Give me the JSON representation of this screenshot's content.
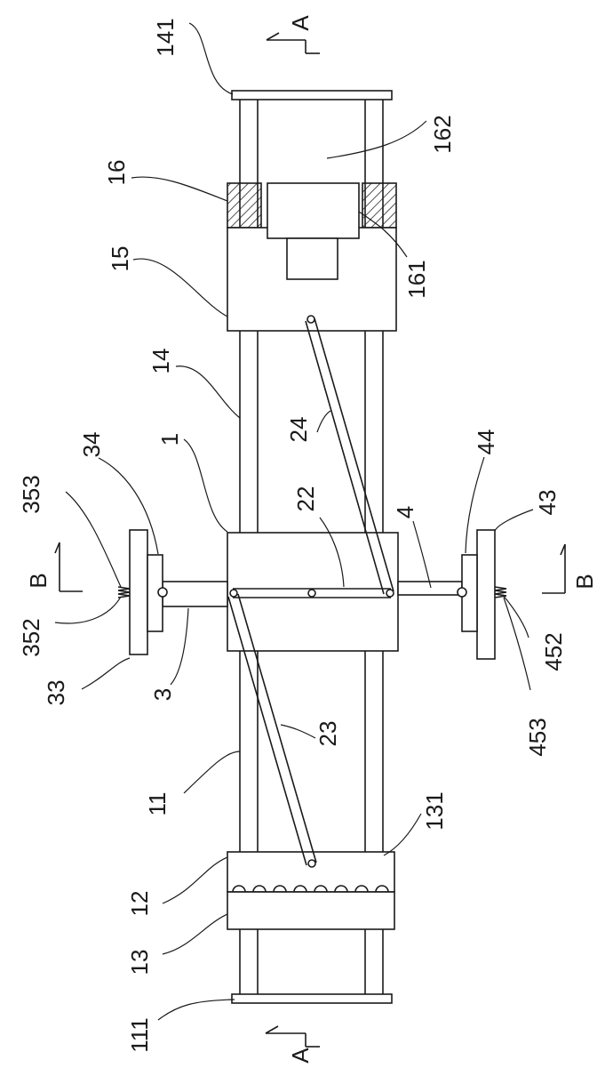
{
  "labels": {
    "l141": "141",
    "l162": "162",
    "l16": "16",
    "l161": "161",
    "l15": "15",
    "l14": "14",
    "l24": "24",
    "l1": "1",
    "l34": "34",
    "l353": "353",
    "l22": "22",
    "l4": "4",
    "l44": "44",
    "l43": "43",
    "l352": "352",
    "l33": "33",
    "l3": "3",
    "l452": "452",
    "l453": "453",
    "l23": "23",
    "l11": "11",
    "l131": "131",
    "l12": "12",
    "l13": "13",
    "l111": "111"
  },
  "section_marks": {
    "a_top": "A",
    "a_bottom": "A",
    "b_left": "B",
    "b_right": "B"
  }
}
